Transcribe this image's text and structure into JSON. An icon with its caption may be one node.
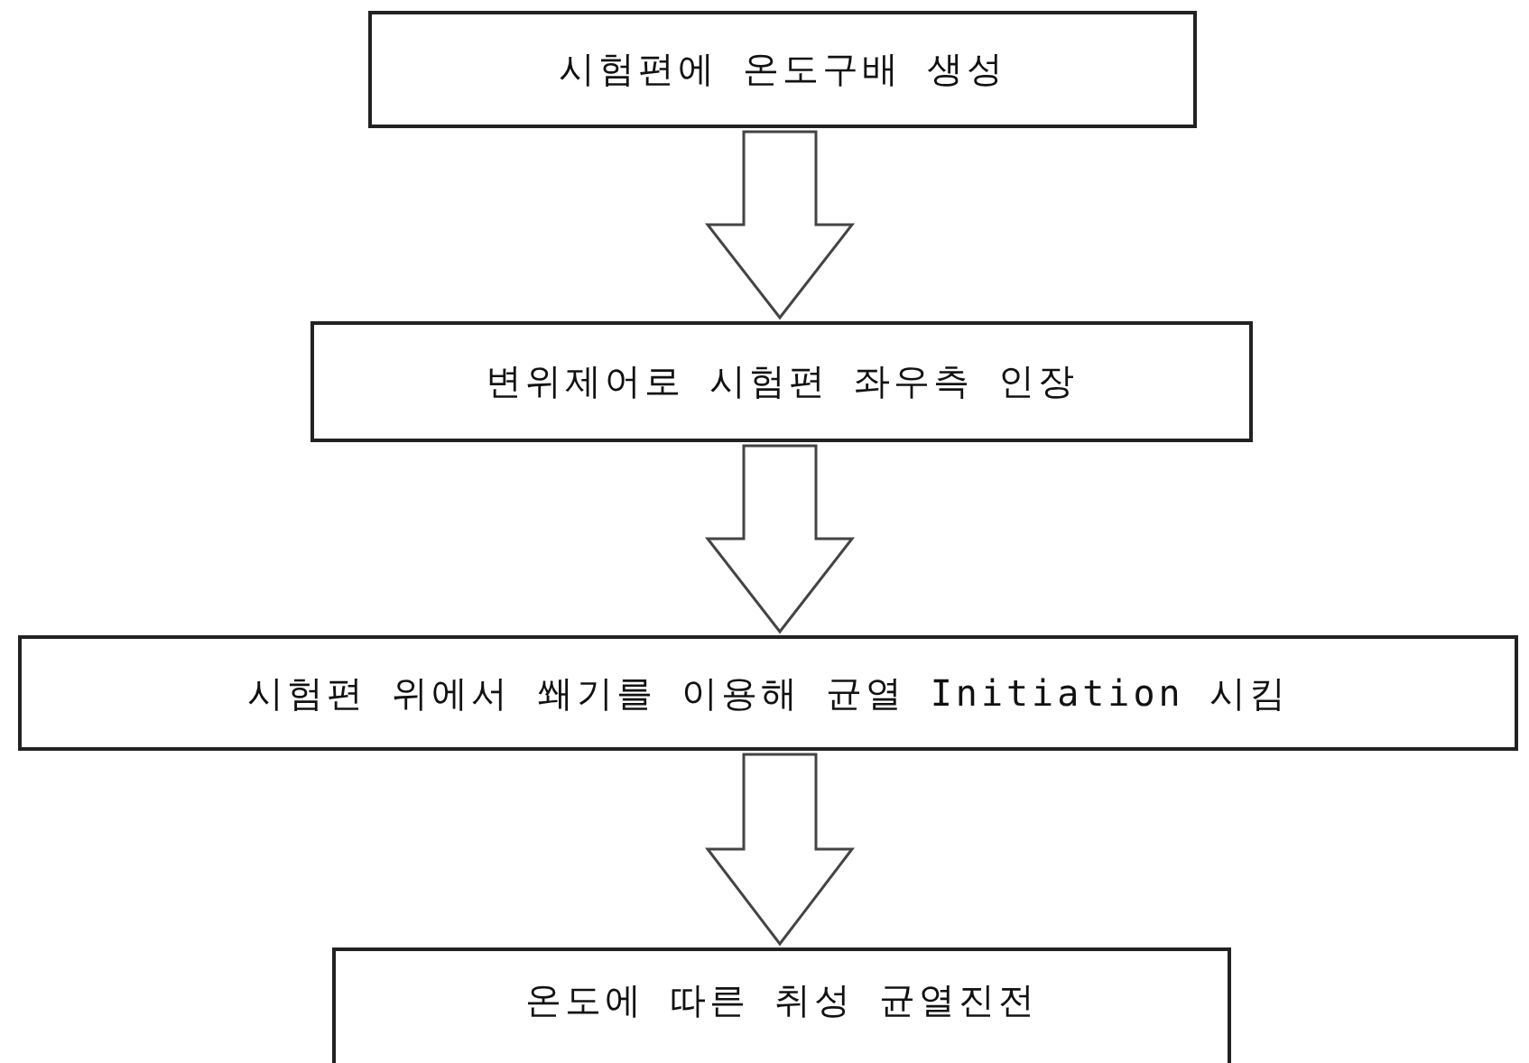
{
  "diagram": {
    "nodes": [
      {
        "text": [
          "시험편에 온도구배 생성"
        ]
      },
      {
        "text": [
          "변위제어로 시험편 좌우측 인장"
        ]
      },
      {
        "text": [
          "시험편 위에서 쐐기를 이용해 균열 Initiation 시킴"
        ]
      },
      {
        "text": [
          "온도에 따른 취성 균열진전"
        ]
      }
    ],
    "edges": [
      {
        "from": 0,
        "to": 1,
        "arrow": "to"
      },
      {
        "from": 1,
        "to": 2,
        "arrow": "to"
      },
      {
        "from": 2,
        "to": 3,
        "arrow": "to"
      }
    ]
  }
}
